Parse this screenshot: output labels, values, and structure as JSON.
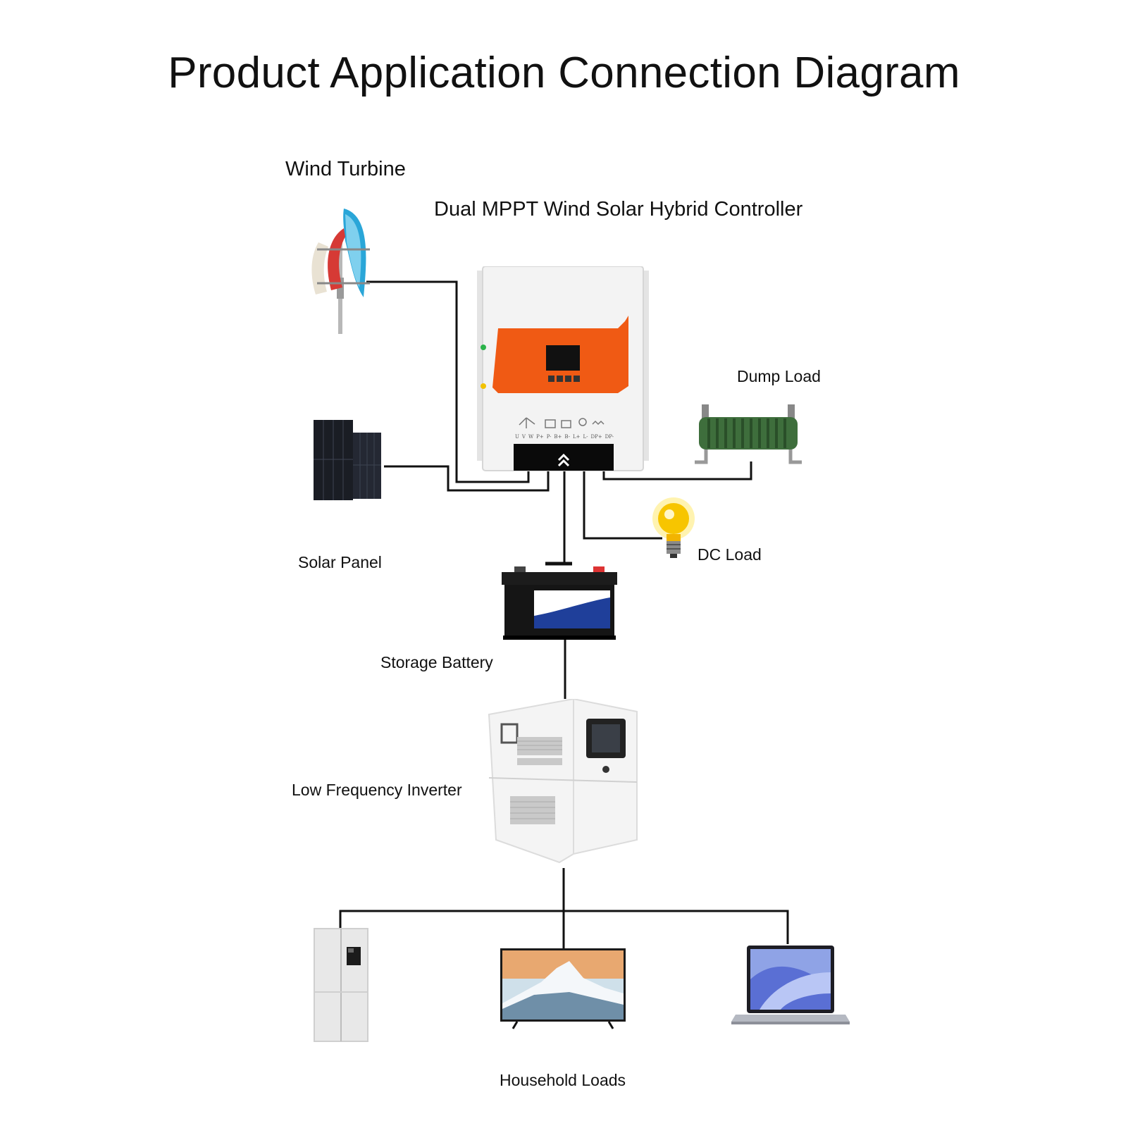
{
  "title": "Product Application Connection Diagram",
  "labels": {
    "wind_turbine": "Wind Turbine",
    "controller": "Dual MPPT Wind Solar Hybrid Controller",
    "dump_load": "Dump Load",
    "solar_panel": "Solar Panel",
    "dc_load": "DC Load",
    "storage_battery": "Storage Battery",
    "inverter": "Low Frequency Inverter",
    "household_loads": "Household Loads"
  },
  "controller_terminals": [
    "U",
    "V",
    "W",
    "P+",
    "P-",
    "B+",
    "B-",
    "L+",
    "L-",
    "DP+",
    "DP-"
  ],
  "colors": {
    "wire": "#111111",
    "controller_accent": "#f05a14",
    "battery_label": "#1f3f9a",
    "dump_load_coil": "#3e6e3c",
    "bulb_glow": "#f7c500"
  }
}
